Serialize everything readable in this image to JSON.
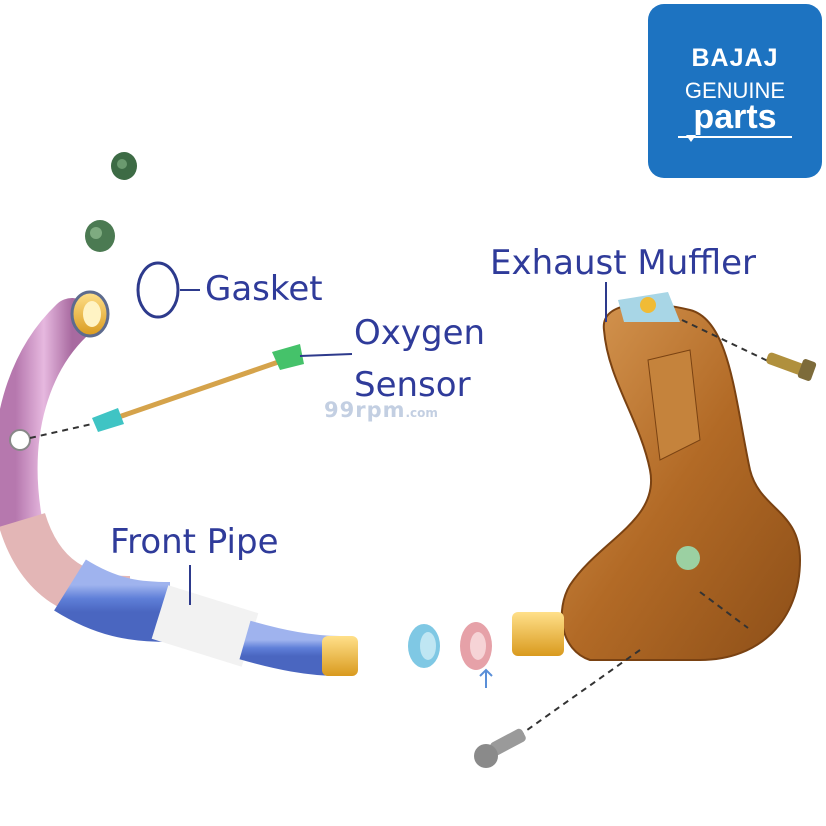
{
  "labels": {
    "gasket": "Gasket",
    "oxygen_sensor_line1": "Oxygen",
    "oxygen_sensor_line2": "Sensor",
    "exhaust_muffler": "Exhaust Muffler",
    "front_pipe": "Front Pipe"
  },
  "watermark": {
    "main": "99rpm",
    "suffix": ".com"
  },
  "logo": {
    "line1": "BAJAJ",
    "line2": "GENUINE",
    "line3": "parts"
  },
  "colors": {
    "label_text": "#2f3b9a",
    "logo_bg": "#1d73c1",
    "pipe_pink": "#d59fce",
    "pipe_blue": "#6f8fe0",
    "pipe_white": "#f2f2f2",
    "muffler_bronze": "#b56f2a",
    "fitting_yellow": "#f0bb36",
    "grommet_green": "#3d6b45",
    "sensor_cyan": "#3fc4c4"
  },
  "icons": {
    "logo_mark": "cart-arrow-mark"
  }
}
